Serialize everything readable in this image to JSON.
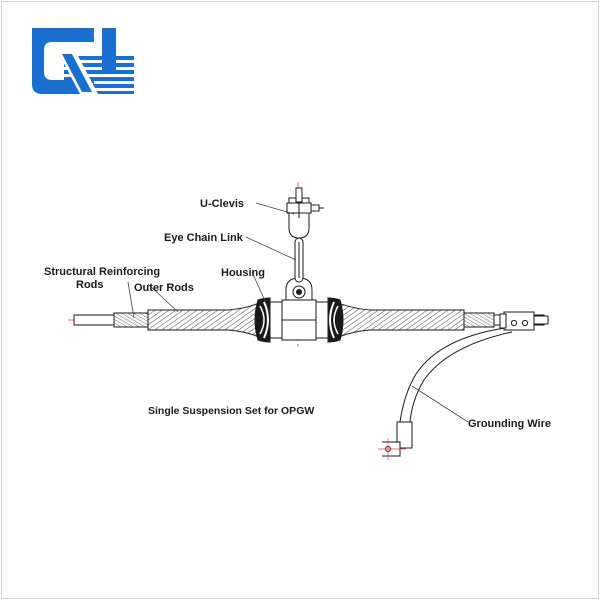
{
  "logo": {
    "color": "#1a6fd0"
  },
  "labels": {
    "u_clevis": "U-Clevis",
    "eye_chain_link": "Eye Chain Link",
    "housing": "Housing",
    "structural_reinforcing_rods_1": "Structural Reinforcing",
    "structural_reinforcing_rods_2": "Rods",
    "outer_rods": "Outer Rods",
    "grounding_wire": "Grounding Wire"
  },
  "caption": "Single Suspension Set for OPGW",
  "colors": {
    "line": "#1a1a1a",
    "leader": "#444444",
    "centerline": "#e04040"
  }
}
